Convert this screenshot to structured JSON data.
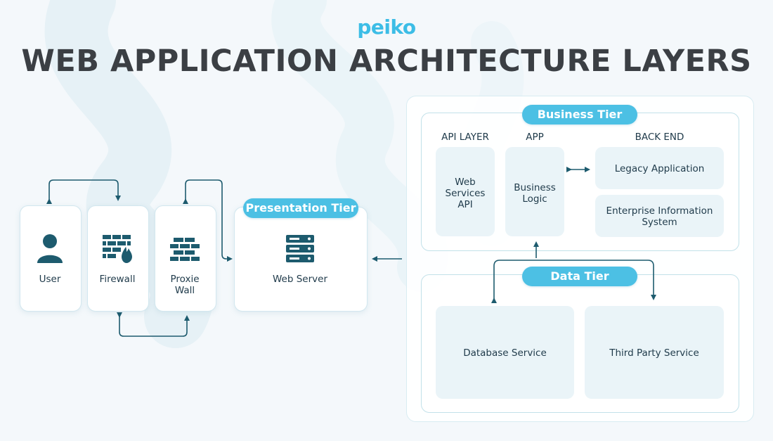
{
  "logo": "peiko",
  "title": "WEB APPLICATION ARCHITECTURE LAYERS",
  "client": {
    "user": "User",
    "firewall": "Firewall",
    "proxie_wall": [
      "Proxie",
      "Wall"
    ]
  },
  "presentation": {
    "tier_label": "Presentation Tier",
    "web_server": "Web Server"
  },
  "business": {
    "tier_label": "Business Tier",
    "api_layer_header": "API LAYER",
    "app_header": "APP",
    "back_end_header": "BACK END",
    "web_services_api": [
      "Web",
      "Services",
      "API"
    ],
    "business_logic": [
      "Business",
      "Logic"
    ],
    "legacy_application": "Legacy Application",
    "enterprise_info_system": [
      "Enterprise Information",
      "System"
    ]
  },
  "data": {
    "tier_label": "Data Tier",
    "database_service": "Database Service",
    "third_party_service": "Third Party Service"
  },
  "colors": {
    "accent": "#4cc0e4",
    "icon": "#1d5b6e",
    "title": "#3b3f44",
    "arrow": "#1d5b6e"
  }
}
